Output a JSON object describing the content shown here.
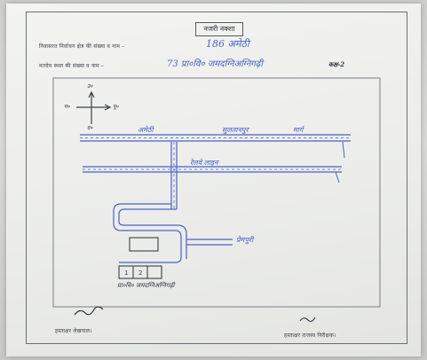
{
  "form": {
    "title": "नजरी नक्शा",
    "line1_label": "निवासरत निर्वाचन क्षेत्र की संख्या व नाम –",
    "line1_value": "186 अमेठी",
    "line2_label": "मतदेय स्थल की संख्या व नाम –",
    "line2_value": "73 प्रा०वि० जमदग्निअग्निगढ़ी",
    "line2_suffix": "कक्ष-2"
  },
  "map": {
    "compass": {
      "north": "उ०",
      "south": "द०",
      "east": "पू०",
      "west": "प०"
    },
    "road1_labels": [
      "अमेठी",
      "सुलतानपुर",
      "मार्ग"
    ],
    "road2_label": "रेलवे लाइन",
    "branch_label": "प्रेमपुरी",
    "school_label": "प्रा०वि० जमदग्निअग्निगढ़ी"
  },
  "signatures": {
    "left_label": "हस्ताक्षर लेखपाल।",
    "right_label": "हस्ताक्षर राजस्व निरीक्षक।",
    "left_scribble": "𝒮𝒽𝓇𝒾",
    "right_scribble": "𝒮𝓇"
  },
  "colors": {
    "ink": "#4a62c6",
    "print": "#3b3f47",
    "paper": "#efefec"
  }
}
